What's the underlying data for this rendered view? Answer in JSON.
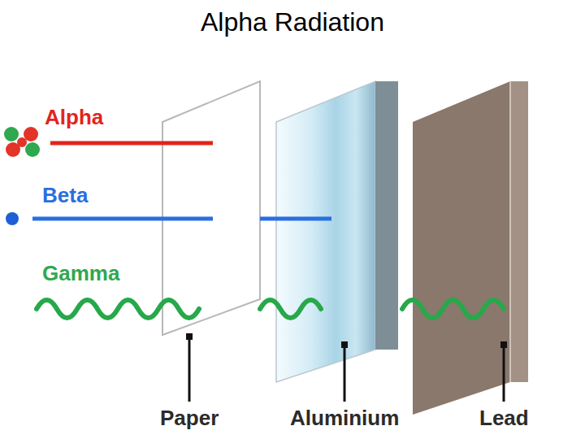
{
  "diagram": {
    "title": "Alpha Radiation",
    "labels": [
      "Alpha",
      "Beta",
      "Gamma",
      "Paper",
      "Aluminium",
      "Lead"
    ]
  }
}
